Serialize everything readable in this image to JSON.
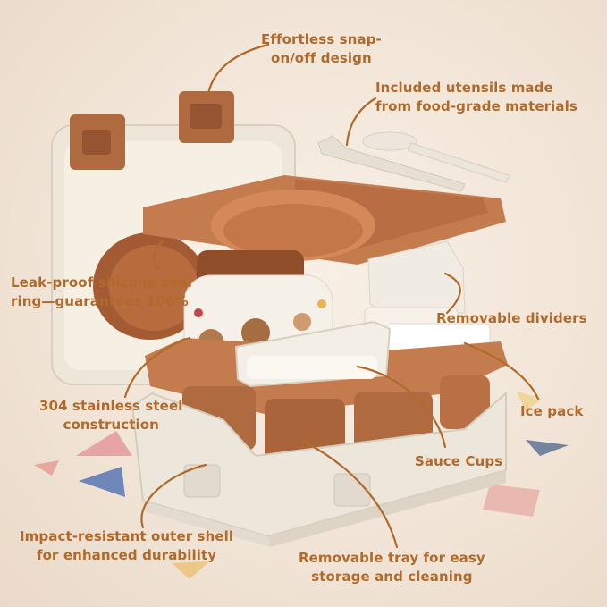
{
  "callouts": {
    "snap": [
      "Effortless snap-",
      "on/off design"
    ],
    "utensils": [
      "Included utensils made",
      "from food-grade materials"
    ],
    "seal": [
      "Leak-proof silicone seal",
      "ring—guarantees 100%"
    ],
    "dividers": "Removable dividers",
    "steel": [
      "304 stainless steel",
      "construction"
    ],
    "icepack": "Ice pack",
    "sauce": "Sauce Cups",
    "shell": [
      "Impact-resistant outer shell",
      "for enhanced durability"
    ],
    "tray": [
      "Removable tray for easy",
      "storage and cleaning"
    ]
  },
  "colors": {
    "accent_text": "#b06a2c",
    "terracotta": "#c07a4f",
    "cream": "#f1ebe0",
    "background": "#f3e8dc"
  }
}
